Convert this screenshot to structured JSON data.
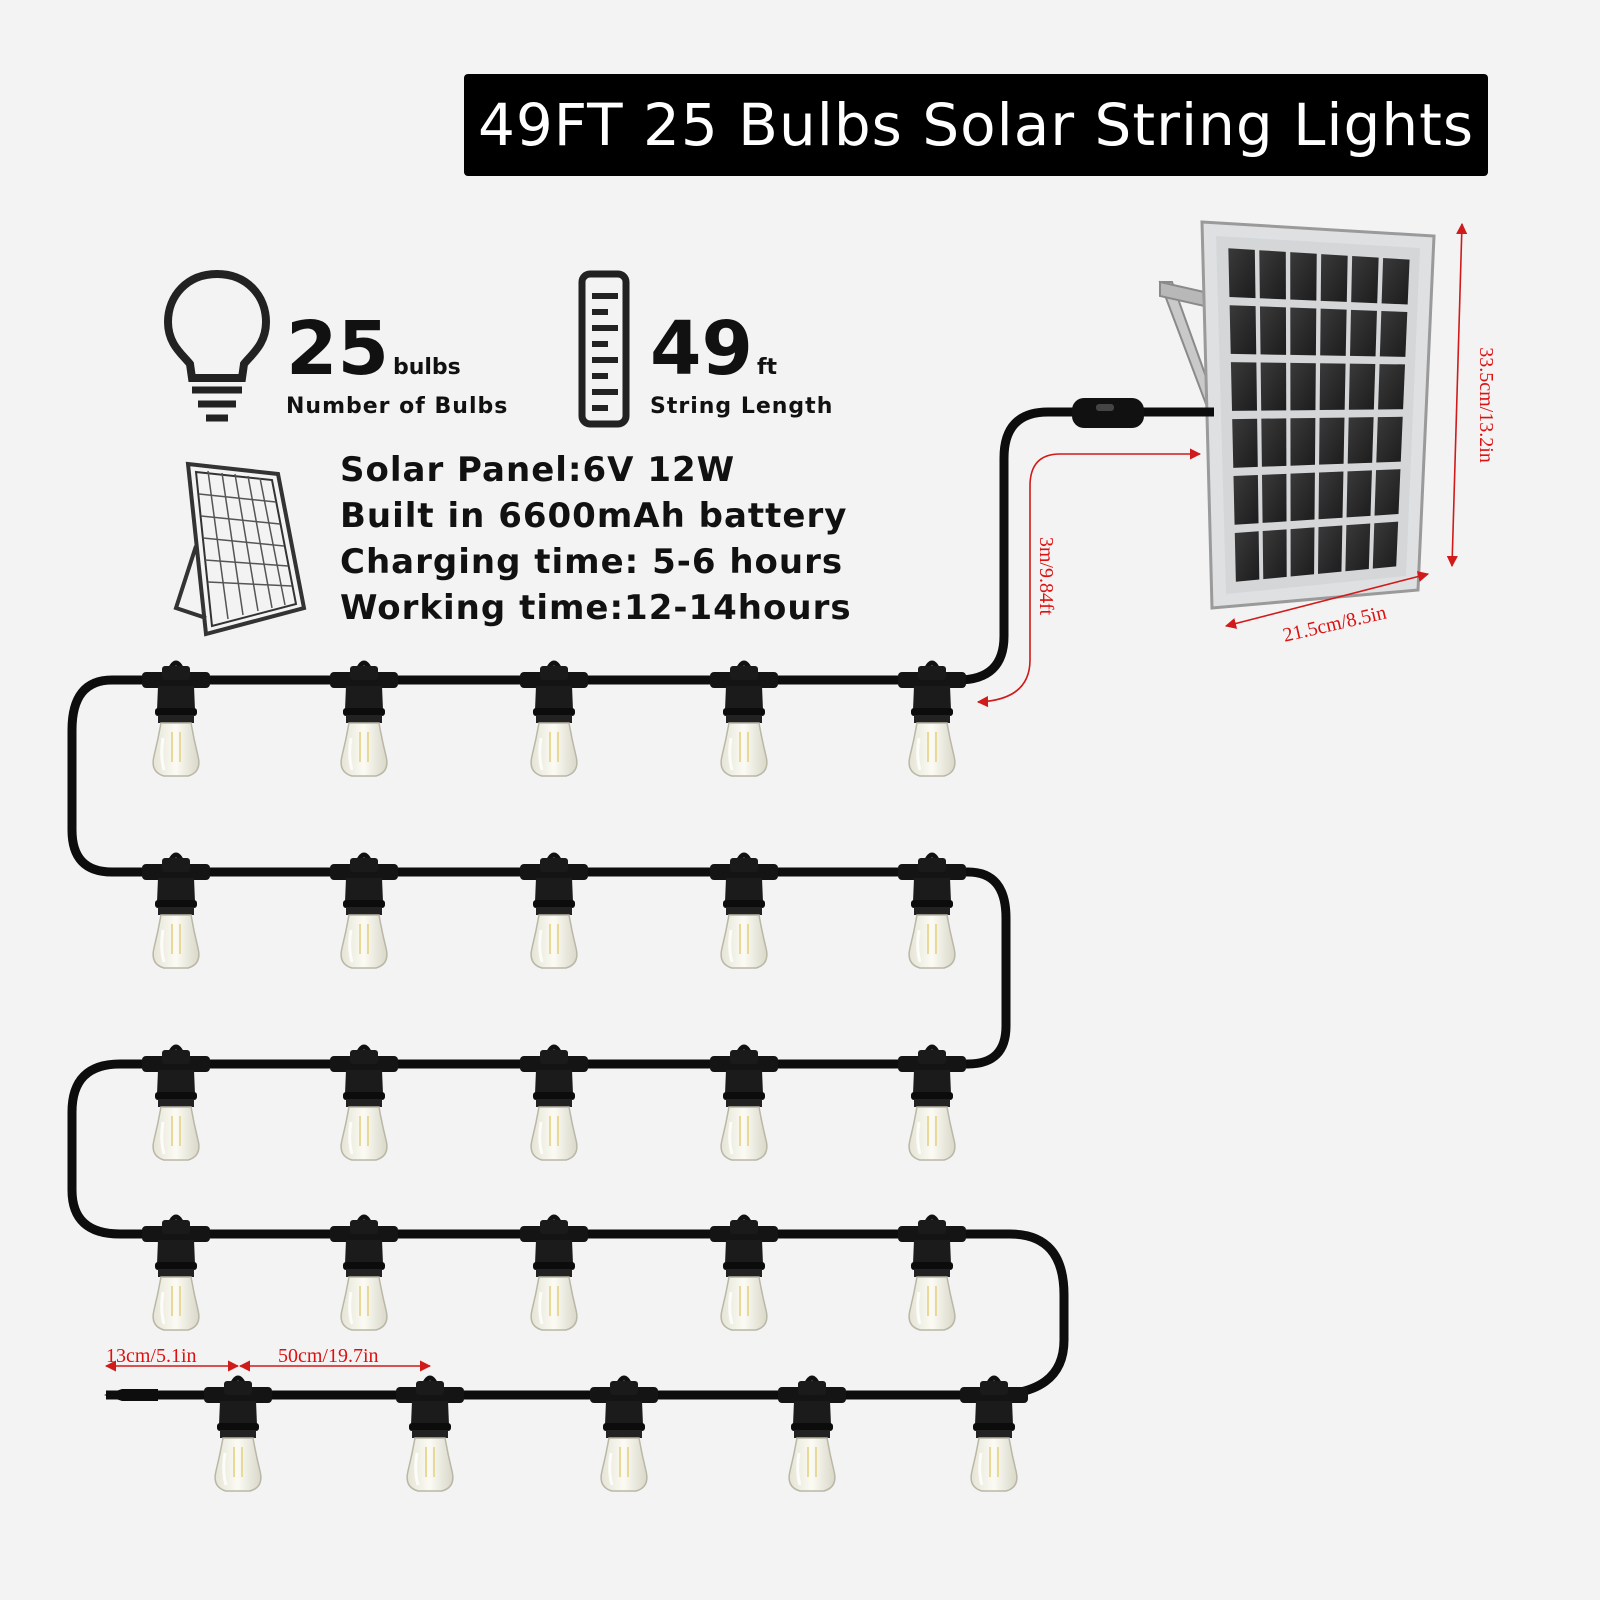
{
  "title": "49FT 25 Bulbs Solar String Lights",
  "stats": {
    "bulbs": {
      "number": "25",
      "unit": "bulbs",
      "caption": "Number of Bulbs"
    },
    "length": {
      "number": "49",
      "unit": "ft",
      "caption": "String Length"
    }
  },
  "specs": [
    "Solar Panel:6V 12W",
    "Built in 6600mAh battery",
    "Charging time: 5-6 hours",
    "Working time:12-14hours"
  ],
  "dimensions": {
    "panel_height": "33.5cm/13.2in",
    "panel_width": "21.5cm/8.5in",
    "lead_cable": "3m/9.84ft",
    "end_spacing": "13cm/5.1in",
    "bulb_spacing": "50cm/19.7in"
  },
  "colors": {
    "accent": "#d11a1a",
    "cable": "#0d0d0d",
    "banner": "#000000",
    "background": "#f3f3f3"
  },
  "icons": [
    "bulb-icon",
    "ruler-icon",
    "solar-panel-icon"
  ]
}
